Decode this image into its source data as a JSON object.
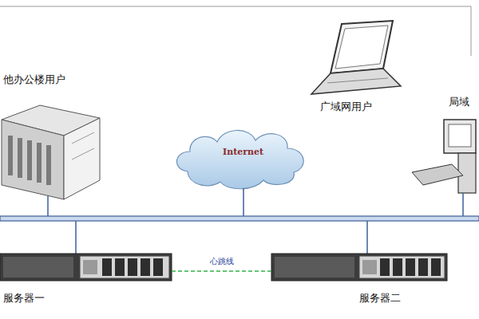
{
  "diagram": {
    "nodes": [
      {
        "text": [
          "他办公楼用户"
        ]
      },
      {
        "text": [
          "广域网用户"
        ]
      },
      {
        "text": [
          "Internet"
        ]
      },
      {
        "text": [
          "局域"
        ]
      },
      {
        "text": [
          "服务器一"
        ]
      },
      {
        "text": [
          "服务器二"
        ]
      }
    ],
    "edges": [
      {
        "from": 4,
        "to": 5,
        "arrow": "none",
        "label": "心跳线"
      }
    ]
  }
}
